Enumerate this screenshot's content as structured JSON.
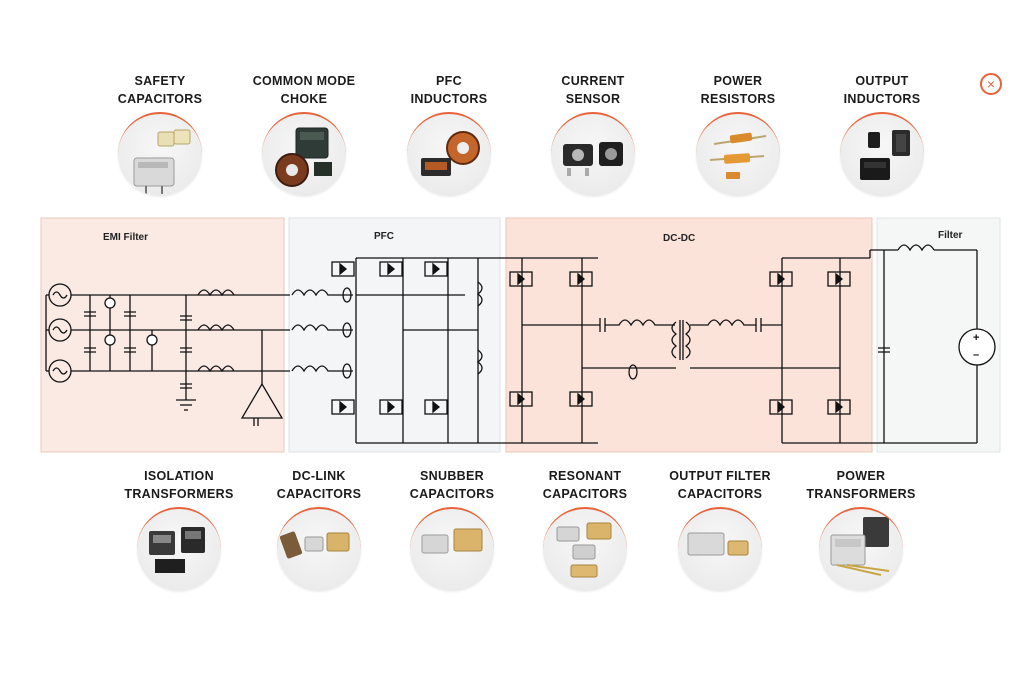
{
  "close": {
    "symbol": "×"
  },
  "components_top": [
    {
      "id": "safety-capacitors",
      "label": "SAFETY\nCAPACITORS"
    },
    {
      "id": "common-mode-choke",
      "label": "COMMON MODE\nCHOKE"
    },
    {
      "id": "pfc-inductors",
      "label": "PFC\nINDUCTORS"
    },
    {
      "id": "current-sensor",
      "label": "CURRENT\nSENSOR"
    },
    {
      "id": "power-resistors",
      "label": "POWER\nRESISTORS"
    },
    {
      "id": "output-inductors",
      "label": "OUTPUT\nINDUCTORS"
    }
  ],
  "components_bottom": [
    {
      "id": "isolation-transformers",
      "label": "ISOLATION\nTRANSFORMERS"
    },
    {
      "id": "dc-link-capacitors",
      "label": "DC-LINK\nCAPACITORS"
    },
    {
      "id": "snubber-capacitors",
      "label": "SNUBBER\nCAPACITORS"
    },
    {
      "id": "resonant-capacitors",
      "label": "RESONANT\nCAPACITORS"
    },
    {
      "id": "output-filter-capacitors",
      "label": "OUTPUT FILTER\nCAPACITORS"
    },
    {
      "id": "power-transformers",
      "label": "POWER\nTRANSFORMERS"
    }
  ],
  "zones": {
    "emi": "EMI Filter",
    "pfc": "PFC",
    "dcdc": "DC-DC",
    "filter": "Filter"
  },
  "source": {
    "plus": "+",
    "minus": "–"
  },
  "colors": {
    "accent": "#e8623a",
    "emi_zone": "#fbe9e4",
    "pfc_zone": "#f3f5f6",
    "dcdc_zone": "#fbe3da",
    "filter_zone": "#f5f6f6"
  }
}
